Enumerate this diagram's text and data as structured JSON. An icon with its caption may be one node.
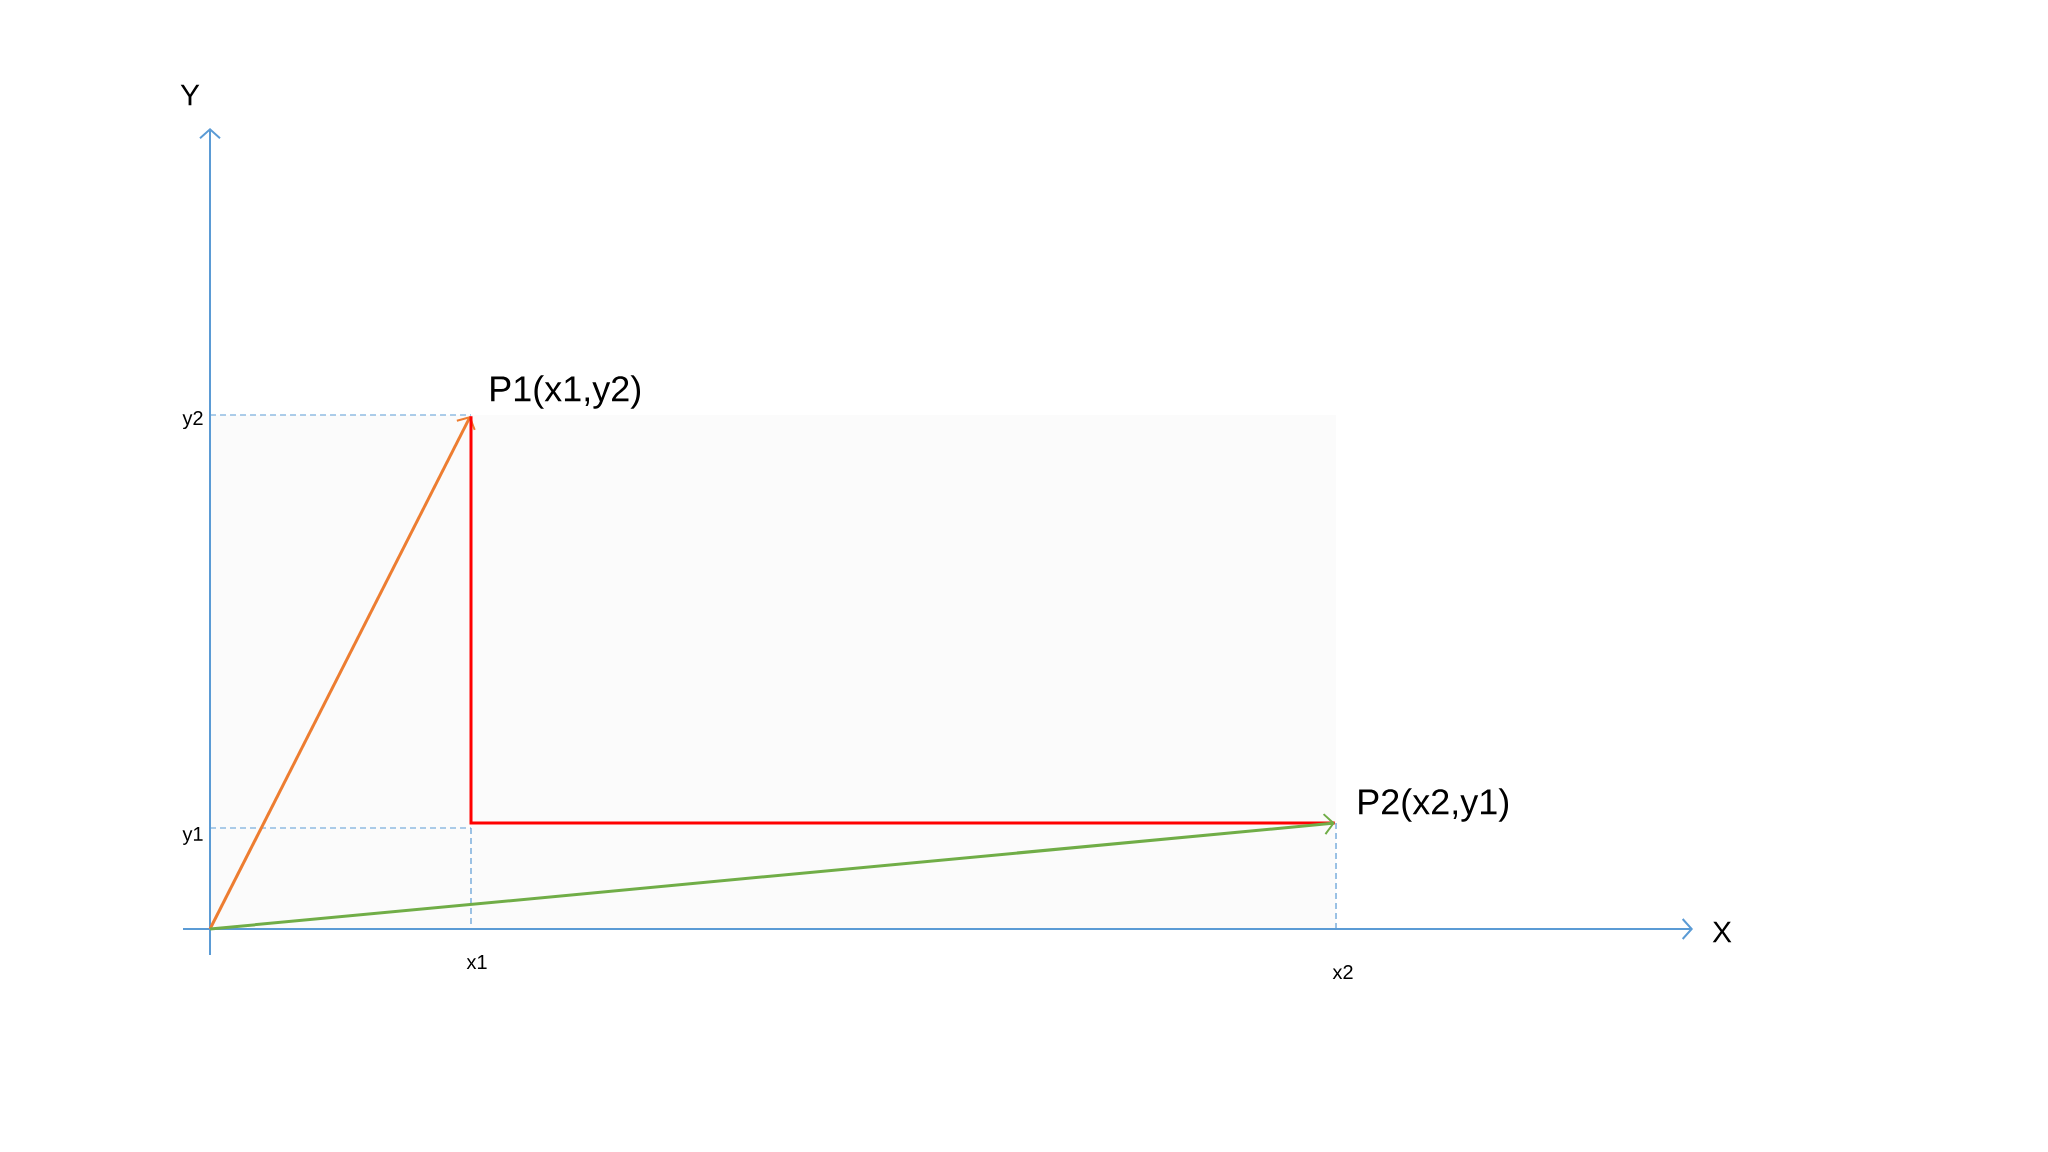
{
  "diagram": {
    "nodes": [
      {
        "text": [],
        "shape": "point",
        "beside": [
          "P1(x1,y2)"
        ]
      },
      {
        "text": [],
        "shape": "point",
        "beside": [
          "P2(x2,y1)"
        ]
      }
    ],
    "edges": [
      {
        "from": null,
        "to": 0,
        "arrow": "to",
        "color": "#ed7d31"
      },
      {
        "from": 0,
        "to": 1,
        "arrow": "none",
        "color": "#ff0000"
      },
      {
        "from": null,
        "to": 1,
        "arrow": "to",
        "color": "#70ad47"
      }
    ],
    "labels": [
      "Y",
      "y2",
      "y1",
      "x1",
      "x2",
      "X"
    ]
  }
}
